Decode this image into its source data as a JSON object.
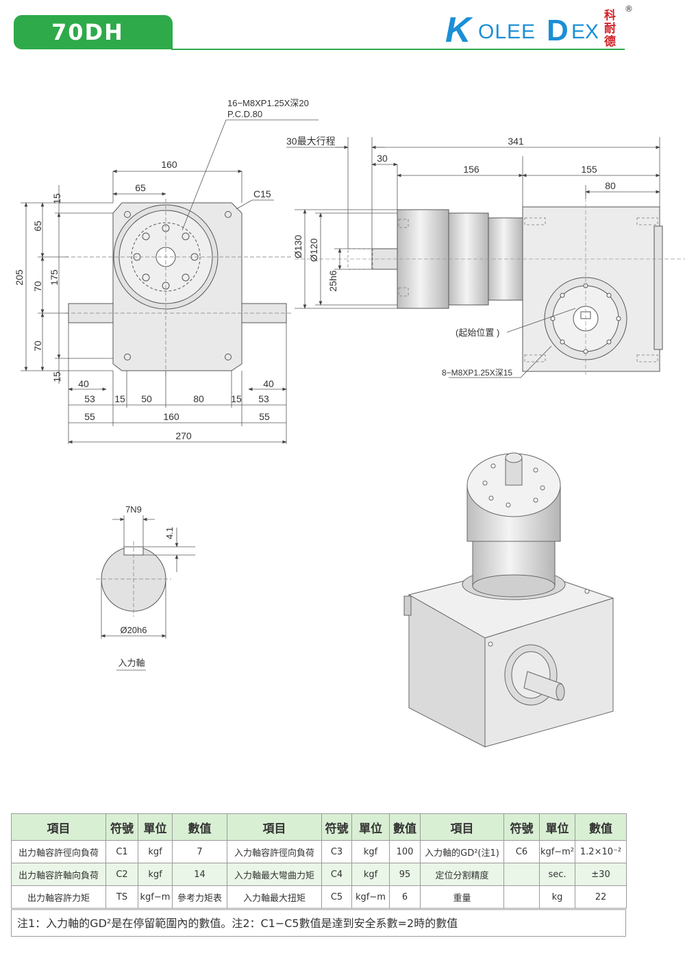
{
  "header": {
    "model": "70DH",
    "brand": {
      "k": "K",
      "ol": "OLEE",
      "d": "D",
      "ex": "EX",
      "cn": "科耐德",
      "reg": "®"
    }
  },
  "front_view": {
    "dims": {
      "d160": "160",
      "d65": "65",
      "c15": "C15",
      "v15top": "15",
      "v65": "65",
      "v205": "205",
      "v70a": "70",
      "v175": "175",
      "v70b": "70",
      "v15bot": "15",
      "h40l": "40",
      "h53l": "53",
      "h15l": "15",
      "h50": "50",
      "h80": "80",
      "h15r": "15",
      "h40r": "40",
      "h53r": "53",
      "h55l": "55",
      "h160": "160",
      "h55r": "55",
      "h270": "270"
    },
    "callout": {
      "line1": "16−M8XP1.25X深20",
      "line2": "P.C.D.80"
    }
  },
  "side_view": {
    "dims": {
      "stroke": "30最大行程",
      "d341": "341",
      "d30": "30",
      "d156": "156",
      "d155": "155",
      "d80": "80",
      "dia130": "Ø130",
      "dia120": "Ø120",
      "h25": "25h6"
    },
    "start_pos": "(起始位置 )",
    "callout": "8−M8XP1.25X深15"
  },
  "shaft_section": {
    "key": "7N9",
    "depth": "4.1",
    "dia": "Ø20h6",
    "caption": "入力軸"
  },
  "spec_table": {
    "headers": [
      "項目",
      "符號",
      "單位",
      "數值",
      "項目",
      "符號",
      "單位",
      "數值",
      "項目",
      "符號",
      "單位",
      "數值"
    ],
    "rows": [
      [
        "出力軸容許徑向負荷",
        "C1",
        "kgf",
        "7",
        "入力軸容許徑向負荷",
        "C3",
        "kgf",
        "100",
        "入力軸的GD²(注1)",
        "C6",
        "kgf−m²",
        "1.2×10⁻²"
      ],
      [
        "出力軸容許軸向負荷",
        "C2",
        "kgf",
        "14",
        "入力軸最大彎曲力矩",
        "C4",
        "kgf",
        "95",
        "定位分割精度",
        "",
        "sec.",
        "±30"
      ],
      [
        "出力軸容許力矩",
        "TS",
        "kgf−m",
        "參考力矩表",
        "入力軸最大扭矩",
        "C5",
        "kgf−m",
        "6",
        "重量",
        "",
        "kg",
        "22"
      ]
    ],
    "note": "注1：入力軸的GD²是在停留範圍內的數值。注2：C1−C5數值是達到安全系數=2時的數值"
  },
  "colors": {
    "accent": "#2eaa4a",
    "brand": "#1b8fd6",
    "brand_cn": "#d22027",
    "table_header": "#d9efd4"
  }
}
